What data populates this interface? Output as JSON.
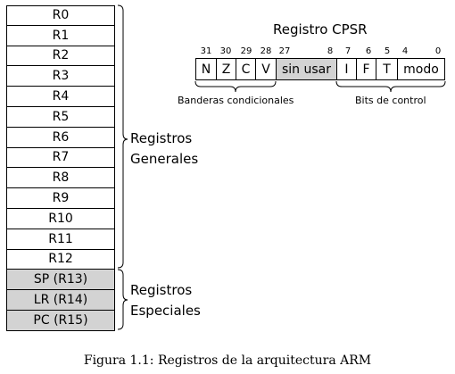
{
  "registers": {
    "general": [
      "R0",
      "R1",
      "R2",
      "R3",
      "R4",
      "R5",
      "R6",
      "R7",
      "R8",
      "R9",
      "R10",
      "R11",
      "R12"
    ],
    "special": [
      "SP (R13)",
      "LR (R14)",
      "PC (R15)"
    ],
    "general_label": [
      "Registros",
      "Generales"
    ],
    "special_label": [
      "Registros",
      "Especiales"
    ]
  },
  "cpsr": {
    "title": "Registro CPSR",
    "bit_numbers": [
      "31",
      "30",
      "29",
      "28",
      "27",
      "8",
      "7",
      "6",
      "5",
      "4",
      "0"
    ],
    "fields": [
      {
        "label": "N",
        "gray": false
      },
      {
        "label": "Z",
        "gray": false
      },
      {
        "label": "C",
        "gray": false
      },
      {
        "label": "V",
        "gray": false
      },
      {
        "label": "sin usar",
        "gray": true
      },
      {
        "label": "I",
        "gray": false
      },
      {
        "label": "F",
        "gray": false
      },
      {
        "label": "T",
        "gray": false
      },
      {
        "label": "modo",
        "gray": false
      }
    ],
    "flags_label": "Banderas condicionales",
    "control_label": "Bits de control"
  },
  "caption": "Figura 1.1: Registros de la arquitectura ARM",
  "colors": {
    "special_fill": "#d3d3d3",
    "stroke": "#000000"
  }
}
